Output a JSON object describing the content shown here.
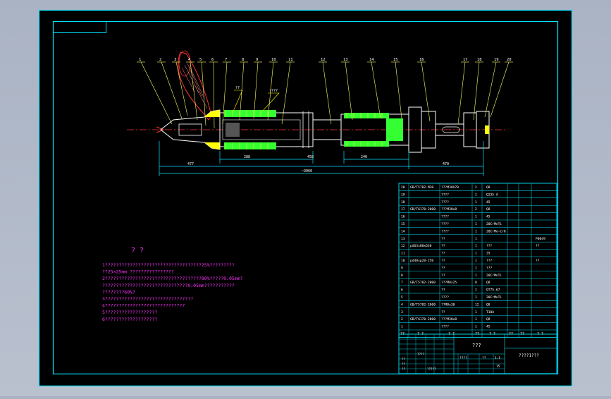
{
  "colors": {
    "background": "#000000",
    "frame": "#00e5ff",
    "part": "#ffffff",
    "hatch_green": "#33ff33",
    "hatch_yellow": "#ffff00",
    "leader": "#ffff66",
    "annotation": "#ff33ff",
    "axis": "#ff3333"
  },
  "drawing": {
    "balloons": [
      "1",
      "2",
      "3",
      "4",
      "5",
      "6",
      "7",
      "8",
      "9",
      "10",
      "11",
      "12",
      "13",
      "14",
      "15",
      "16",
      "17",
      "18",
      "19",
      "20"
    ],
    "dimensions": {
      "left": "477",
      "right": "470",
      "overall": "~3060",
      "seg_a": "288",
      "seg_b": "458",
      "seg_c": "240"
    },
    "callouts": [
      "??",
      "????"
    ]
  },
  "notes": {
    "title": "?  ?",
    "lines": [
      "1???????????????????????????????????25%?????????",
      "  ??25×25mm ????????????????",
      "2???????????????????????????????????80%?????0.05mm?",
      "  ???????????????????????????????0.05mm???????????",
      "  ????????60%?",
      "3????????????????????????????????",
      "4?????????????????????????????",
      "5???????????????????",
      "6???????????????????"
    ]
  },
  "bom": {
    "rows": [
      {
        "no": "20",
        "code": "GB/T5782-M30",
        "name": "???M30X70",
        "qty": "2",
        "mat": "Q8"
      },
      {
        "no": "19",
        "code": "",
        "name": "????",
        "qty": "1",
        "mat": "Q235-A"
      },
      {
        "no": "18",
        "code": "",
        "name": "????",
        "qty": "1",
        "mat": "45"
      },
      {
        "no": "17",
        "code": "GB/T6170-2000",
        "name": "???M30x8",
        "qty": "2",
        "mat": "Q8"
      },
      {
        "no": "16",
        "code": "",
        "name": "????",
        "qty": "1",
        "mat": "45"
      },
      {
        "no": "15",
        "code": "",
        "name": "????",
        "qty": "1",
        "mat": "20CrMnTi"
      },
      {
        "no": "14",
        "code": "",
        "name": "????",
        "qty": "1",
        "mat": "20CrMo-Cr8"
      },
      {
        "no": "13",
        "code": "",
        "name": "??",
        "qty": "1",
        "mat": "",
        "note": "P0049"
      },
      {
        "no": "12",
        "code": "pd63x80x630",
        "name": "??",
        "qty": "1",
        "mat": "???",
        "note": "??"
      },
      {
        "no": "11",
        "code": "",
        "name": "??",
        "qty": "1",
        "mat": "35"
      },
      {
        "no": "10",
        "code": "pd40xp20-250",
        "name": "??",
        "qty": "1",
        "mat": "???",
        "note": "??"
      },
      {
        "no": "9",
        "code": "",
        "name": "??",
        "qty": "1",
        "mat": "???"
      },
      {
        "no": "8",
        "code": "",
        "name": "??",
        "qty": "1",
        "mat": "20CrMnTi"
      },
      {
        "no": "7",
        "code": "GB/T5782-2000",
        "name": "???M8x25",
        "qty": "8",
        "mat": "Q8"
      },
      {
        "no": "6",
        "code": "",
        "name": "??",
        "qty": "1",
        "mat": "QT75-67"
      },
      {
        "no": "5",
        "code": "",
        "name": "????",
        "qty": "1",
        "mat": "20CrMnTi"
      },
      {
        "no": "4",
        "code": "GB/T5782-2000",
        "name": "??M8x30",
        "qty": "12",
        "mat": "Q8"
      },
      {
        "no": "3",
        "code": "",
        "name": "??",
        "qty": "1",
        "mat": "T10A"
      },
      {
        "no": "2",
        "code": "GB/T6170-2000",
        "name": "???M30x8",
        "qty": "1",
        "mat": "Q8"
      },
      {
        "no": "1",
        "code": "",
        "name": "????",
        "qty": "1",
        "mat": "45"
      }
    ],
    "header": {
      "no": "??",
      "code": "?  ?",
      "name": "?  ?",
      "qty": "??",
      "mat": "?  ?",
      "w1": "??",
      "w2": "??",
      "note": "?  ?"
    }
  },
  "title_block": {
    "name": "???",
    "drawing_no": "????1???",
    "scale": "??",
    "sheet": "1:1",
    "count": "15",
    "designer": "????",
    "label_a": "????",
    "label_b": "??",
    "label_c": "??",
    "label_d": "??",
    "label_e": "?????"
  }
}
